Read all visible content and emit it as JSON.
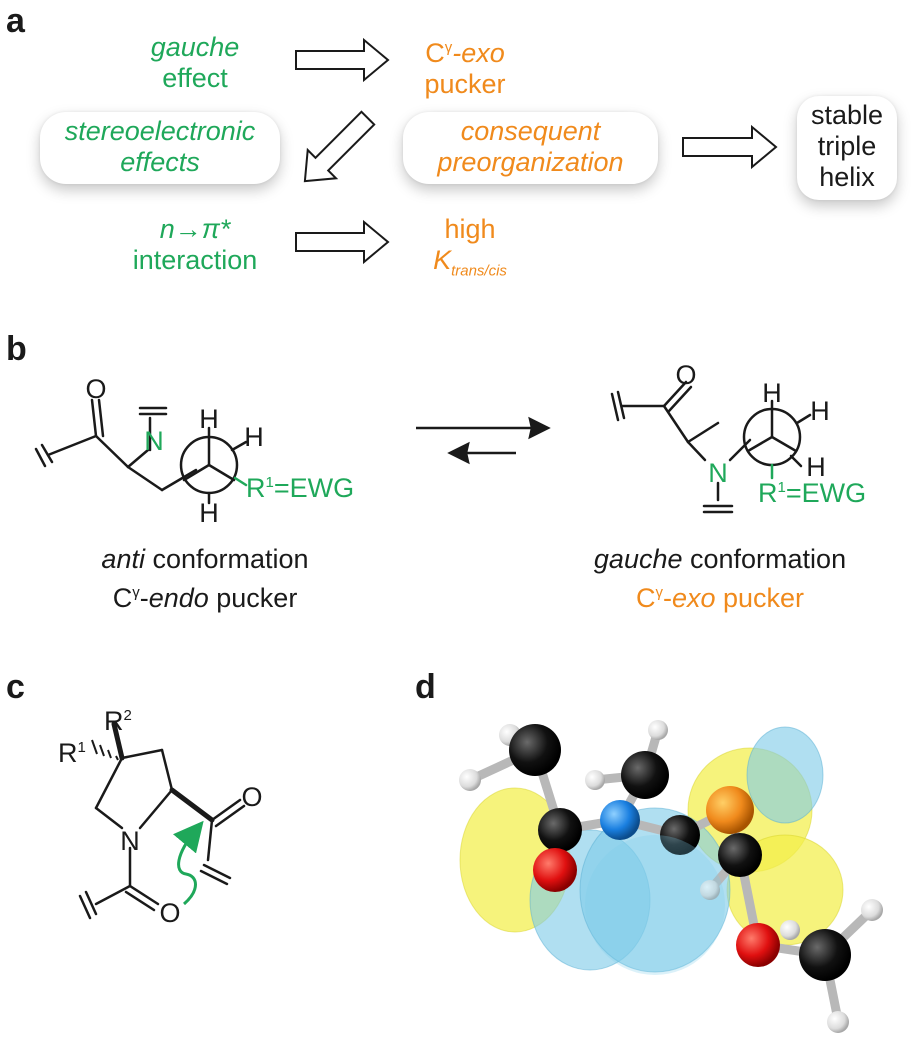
{
  "panels": {
    "a": "a",
    "b": "b",
    "c": "c",
    "d": "d"
  },
  "panel_a": {
    "gauche_effect": {
      "italic": "gauche",
      "rest": "effect"
    },
    "cexo_pucker": {
      "prefix": "C",
      "sup": "γ",
      "italic": "-exo",
      "rest": "pucker"
    },
    "stereoelectronic": {
      "line1": "stereoelectronic",
      "line2": "effects"
    },
    "consequent": {
      "line1": "consequent",
      "line2": "preorganization"
    },
    "stable": {
      "line1": "stable",
      "line2": "triple",
      "line3": "helix"
    },
    "n_pi": {
      "line1": "n→π*",
      "line2": "interaction"
    },
    "high_k": {
      "line1": "high",
      "k": "K",
      "sub": "trans/cis"
    }
  },
  "panel_b": {
    "left_molecule": {
      "O": "O",
      "N": "N",
      "H_top": "H",
      "H_right": "H",
      "H_bottom": "H",
      "R": "R",
      "R_sup": "1",
      "R_rest": "=EWG"
    },
    "right_molecule": {
      "O": "O",
      "N": "N",
      "H_top": "H",
      "H_right": "H",
      "H_lower": "H",
      "R": "R",
      "R_sup": "1",
      "R_rest": "=EWG"
    },
    "left_caption": {
      "italic": "anti",
      "rest": " conformation",
      "l2_prefix": "C",
      "l2_sup": "γ",
      "l2_mid": "-",
      "l2_italic": "endo",
      "l2_rest": " pucker"
    },
    "right_caption": {
      "italic": "gauche",
      "rest": " conformation",
      "l2_prefix": "C",
      "l2_sup": "γ",
      "l2_mid": "-",
      "l2_italic": "exo",
      "l2_rest": " pucker"
    }
  },
  "panel_c": {
    "R1": "R",
    "R1_sup": "1",
    "R2": "R",
    "R2_sup": "2",
    "N": "N",
    "O_right": "O",
    "O_bottom": "O"
  },
  "colors": {
    "green": "#1fa85a",
    "orange": "#f08a1c",
    "black": "#1a1a1a",
    "orbital_yellow": "#f2ee4a",
    "orbital_blue": "#7fcbe8",
    "atom_red": "#e01010",
    "atom_blue": "#1a7fe0"
  }
}
